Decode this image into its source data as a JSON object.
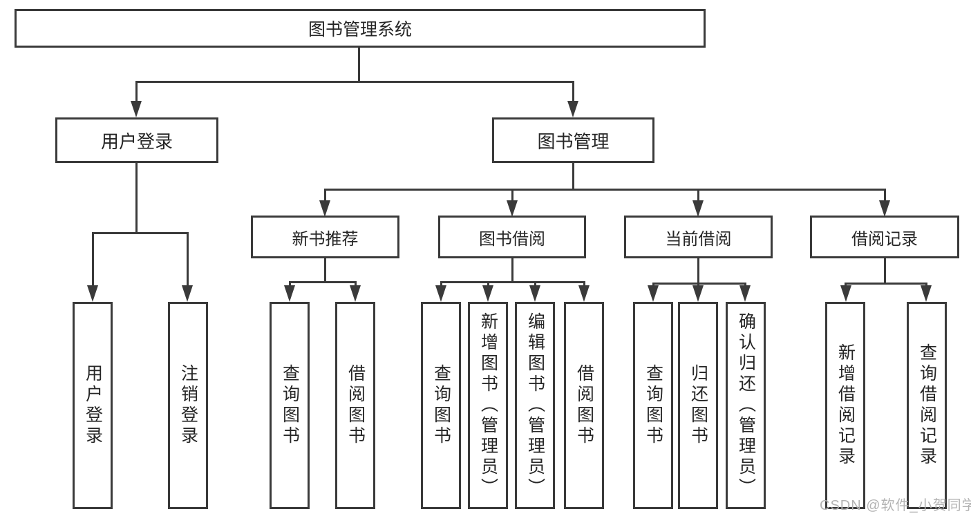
{
  "diagram_title": "图书管理系统",
  "nodes": {
    "root": {
      "label": "图书管理系统"
    },
    "level2": [
      {
        "id": "user-login",
        "label": "用户登录",
        "parent": "图书管理系统"
      },
      {
        "id": "book-management",
        "label": "图书管理",
        "parent": "图书管理系统"
      }
    ],
    "level3": [
      {
        "id": "new-book-recommend",
        "label": "新书推荐",
        "parent": "图书管理"
      },
      {
        "id": "book-borrow",
        "label": "图书借阅",
        "parent": "图书管理"
      },
      {
        "id": "current-borrow",
        "label": "当前借阅",
        "parent": "图书管理"
      },
      {
        "id": "borrow-records",
        "label": "借阅记录",
        "parent": "图书管理"
      }
    ],
    "leaves": [
      {
        "id": "user-login-leaf",
        "label": "用户登录",
        "parent": "用户登录"
      },
      {
        "id": "logout",
        "label": "注销登录",
        "parent": "用户登录"
      },
      {
        "id": "query-book-recommend",
        "label": "查询图书",
        "parent": "新书推荐"
      },
      {
        "id": "borrow-book-recommend",
        "label": "借阅图书",
        "parent": "新书推荐"
      },
      {
        "id": "query-book-borrow",
        "label": "查询图书",
        "parent": "图书借阅"
      },
      {
        "id": "add-book-admin",
        "label": "新增图书（管理员）",
        "parent": "图书借阅"
      },
      {
        "id": "edit-book-admin",
        "label": "编辑图书（管理员）",
        "parent": "图书借阅"
      },
      {
        "id": "borrow-book-borrow",
        "label": "借阅图书",
        "parent": "图书借阅"
      },
      {
        "id": "query-book-current",
        "label": "查询图书",
        "parent": "当前借阅"
      },
      {
        "id": "return-book",
        "label": "归还图书",
        "parent": "当前借阅"
      },
      {
        "id": "confirm-return-admin",
        "label": "确认归还（管理员）",
        "parent": "当前借阅"
      },
      {
        "id": "add-borrow-record",
        "label": "新增借阅记录",
        "parent": "借阅记录"
      },
      {
        "id": "query-borrow-record",
        "label": "查询借阅记录",
        "parent": "借阅记录"
      }
    ]
  },
  "watermark": {
    "text": "CSDN @软件_小贺同学",
    "color": "#b3b3b3"
  },
  "colors": {
    "background": "#ffffff",
    "box_border": "#3a3a3a",
    "connector_line": "#3a3a3a",
    "text": "#262626",
    "watermark": "#b3b3b3"
  }
}
